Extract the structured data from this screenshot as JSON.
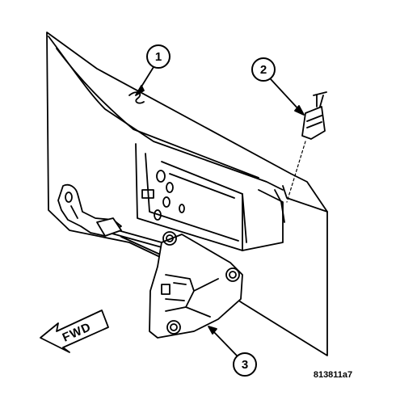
{
  "callouts": [
    {
      "number": "1"
    },
    {
      "number": "2"
    },
    {
      "number": "3"
    }
  ],
  "direction_arrow": {
    "label": "FWD"
  },
  "figure_code": "813811a7",
  "colors": {
    "line": "#000000",
    "panel": "#ffffff"
  }
}
